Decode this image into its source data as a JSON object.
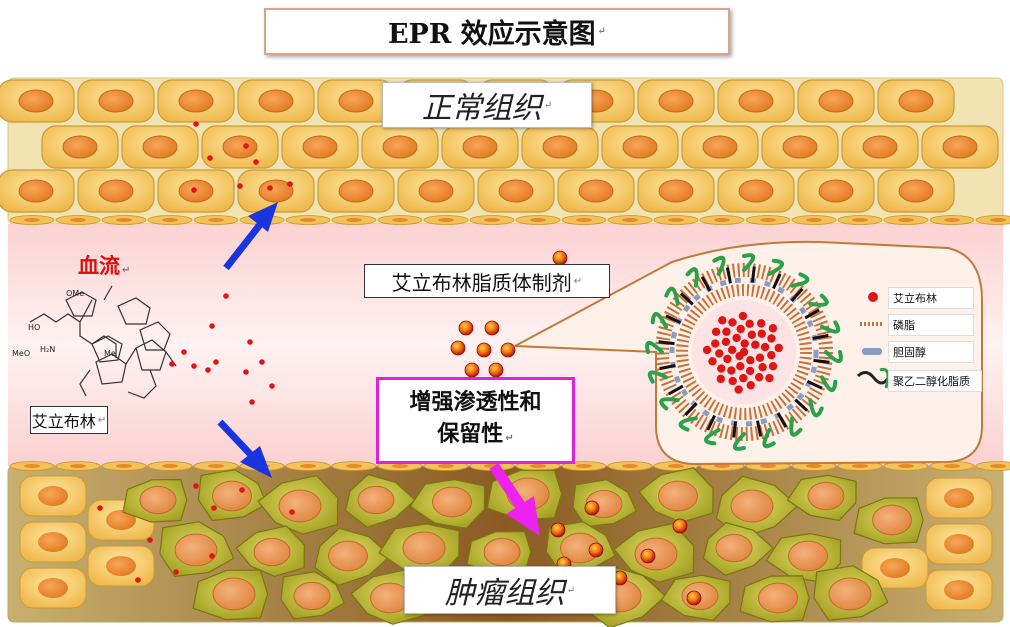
{
  "title": "EPR 效应示意图",
  "labels": {
    "normal_tissue": "正常组织",
    "tumor_tissue": "肿瘤组织",
    "blood_flow": "血流",
    "drug": "艾立布林",
    "liposome": "艾立布林脂质体制剂",
    "epr_line1": "增强渗透性和",
    "epr_line2": "保留性"
  },
  "legend": [
    {
      "text": "艾立布林",
      "icon": "red-dot-icon"
    },
    {
      "text": "磷脂",
      "icon": "phospholipid-icon"
    },
    {
      "text": "胆固醇",
      "icon": "cholesterol-icon"
    },
    {
      "text": "聚乙二醇化脂质",
      "icon": "peg-lipid-icon"
    }
  ],
  "return_mark": "↵",
  "colors": {
    "normal_cell": "#f6c25c",
    "normal_nucleus": "#ef8a2e",
    "tumor_cell": "#b3ad2a",
    "tumor_nucleus": "#ec9a55",
    "blood_bg": "#fde0e0",
    "drug": "#e01515",
    "arrow_blue": "#1a35e0",
    "arrow_magenta": "#ee22ee",
    "callout_border": "#c07a3a"
  }
}
